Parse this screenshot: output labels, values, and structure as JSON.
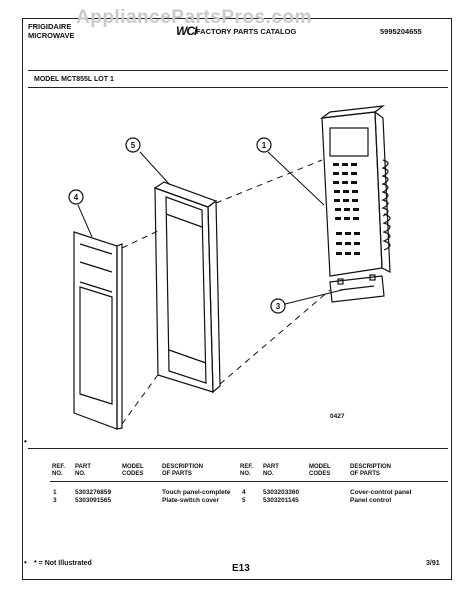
{
  "watermark": "AppliancePartsPros.com",
  "header": {
    "brand_line1": "FRIGIDAIRE",
    "brand_line2": "MICROWAVE",
    "logo": "WCI",
    "catalog_title": "FACTORY PARTS CATALOG",
    "doc_number": "5995204655"
  },
  "model_line": "MODEL MCT855L LOT 1",
  "callouts": [
    "1",
    "3",
    "4",
    "5"
  ],
  "diagram_code": "0427",
  "table": {
    "headers": {
      "ref_no": [
        "REF.",
        "NO."
      ],
      "part_no": [
        "PART",
        "NO."
      ],
      "model_codes": [
        "MODEL",
        "CODES"
      ],
      "description": [
        "DESCRIPTION",
        "OF PARTS"
      ]
    },
    "left_rows": [
      {
        "ref": "1",
        "part": "5303276859",
        "desc": "Touch panel-complete"
      },
      {
        "ref": "3",
        "part": "5303091565",
        "desc": "Plate-switch cover"
      }
    ],
    "right_rows": [
      {
        "ref": "4",
        "part": "5303203360",
        "desc": "Cover-control panel"
      },
      {
        "ref": "5",
        "part": "5303201145",
        "desc": "Panel control"
      }
    ]
  },
  "footer": {
    "note": "* = Not Illustrated",
    "page": "E13",
    "date": "3/91"
  }
}
